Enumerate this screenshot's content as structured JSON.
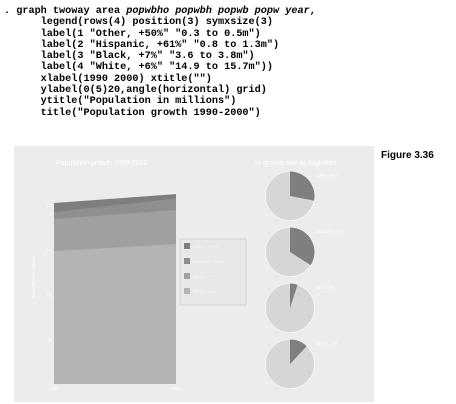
{
  "command": {
    "lines": [
      [
        {
          "t": ". graph twoway area "
        },
        {
          "t": "popwbho popwbh popwb popw year",
          "i": true
        },
        {
          "t": ","
        }
      ],
      [
        {
          "t": "      legend(rows(4) position(3) symxsize(3)"
        }
      ],
      [
        {
          "t": "      label(1 \"Other, +50%\" \"0.3 to 0.5m\")"
        }
      ],
      [
        {
          "t": "      label(2 \"Hispanic, +61%\" \"0.8 to 1.3m\")"
        }
      ],
      [
        {
          "t": "      label(3 \"Black, +7%\" \"3.6 to 3.8m\")"
        }
      ],
      [
        {
          "t": "      label(4 \"White, +6%\" \"14.9 to 15.7m\"))"
        }
      ],
      [
        {
          "t": "      xlabel(1990 2000) xtitle(\"\")"
        }
      ],
      [
        {
          "t": "      ylabel(0(5)20,angle(horizontal) grid)"
        }
      ],
      [
        {
          "t": "      ytitle(\"Population in millions\")"
        }
      ],
      [
        {
          "t": "      title(\"Population growth 1990-2000\")"
        }
      ]
    ]
  },
  "figure_label": "Figure 3.36",
  "colors": {
    "panel": "#ececec",
    "white_area": "#b4b4b4",
    "black_area": "#a0a0a0",
    "hispanic_area": "#8f8f8f",
    "other_area": "#7e7e7e",
    "pie_rest": "#d6d6d6",
    "pie_slice": "#7f7f7f"
  },
  "chart_data": [
    {
      "type": "area",
      "title": "Population growth 1990-2000",
      "xlabel": "",
      "ylabel": "Population in millions",
      "x": [
        1990,
        2000
      ],
      "xticks": [
        "1990",
        "2000"
      ],
      "yticks": [
        "0",
        "5",
        "10",
        "15",
        "20"
      ],
      "ylim": [
        0,
        20
      ],
      "grid": true,
      "stacked_cumulative": true,
      "series": [
        {
          "name": "Other, +50% 0.3 to 0.5m",
          "values": [
            20.3,
            21.3
          ],
          "color": "#7e7e7e"
        },
        {
          "name": "Hispanic, +61% 0.8 to 1.3m",
          "values": [
            19.3,
            20.8
          ],
          "color": "#8f8f8f"
        },
        {
          "name": "Black, +7% 3.6 to 3.8m",
          "values": [
            18.5,
            19.5
          ],
          "color": "#a0a0a0"
        },
        {
          "name": "White, +6% 14.9 to 15.7m",
          "values": [
            14.9,
            15.7
          ],
          "color": "#b4b4b4"
        }
      ],
      "legend_position": "right",
      "legend_labels": [
        "Other, +50%",
        "Hispanic, +61%",
        "Black, +7%",
        "White, +6%"
      ]
    },
    {
      "type": "pie",
      "title": "% growth due to migration",
      "pies": [
        {
          "label": "Other 28%",
          "share": 0.28
        },
        {
          "label": "Hispanic 34%",
          "share": 0.34
        },
        {
          "label": "Black 5%",
          "share": 0.05
        },
        {
          "label": "White 12%",
          "share": 0.12
        }
      ]
    }
  ]
}
